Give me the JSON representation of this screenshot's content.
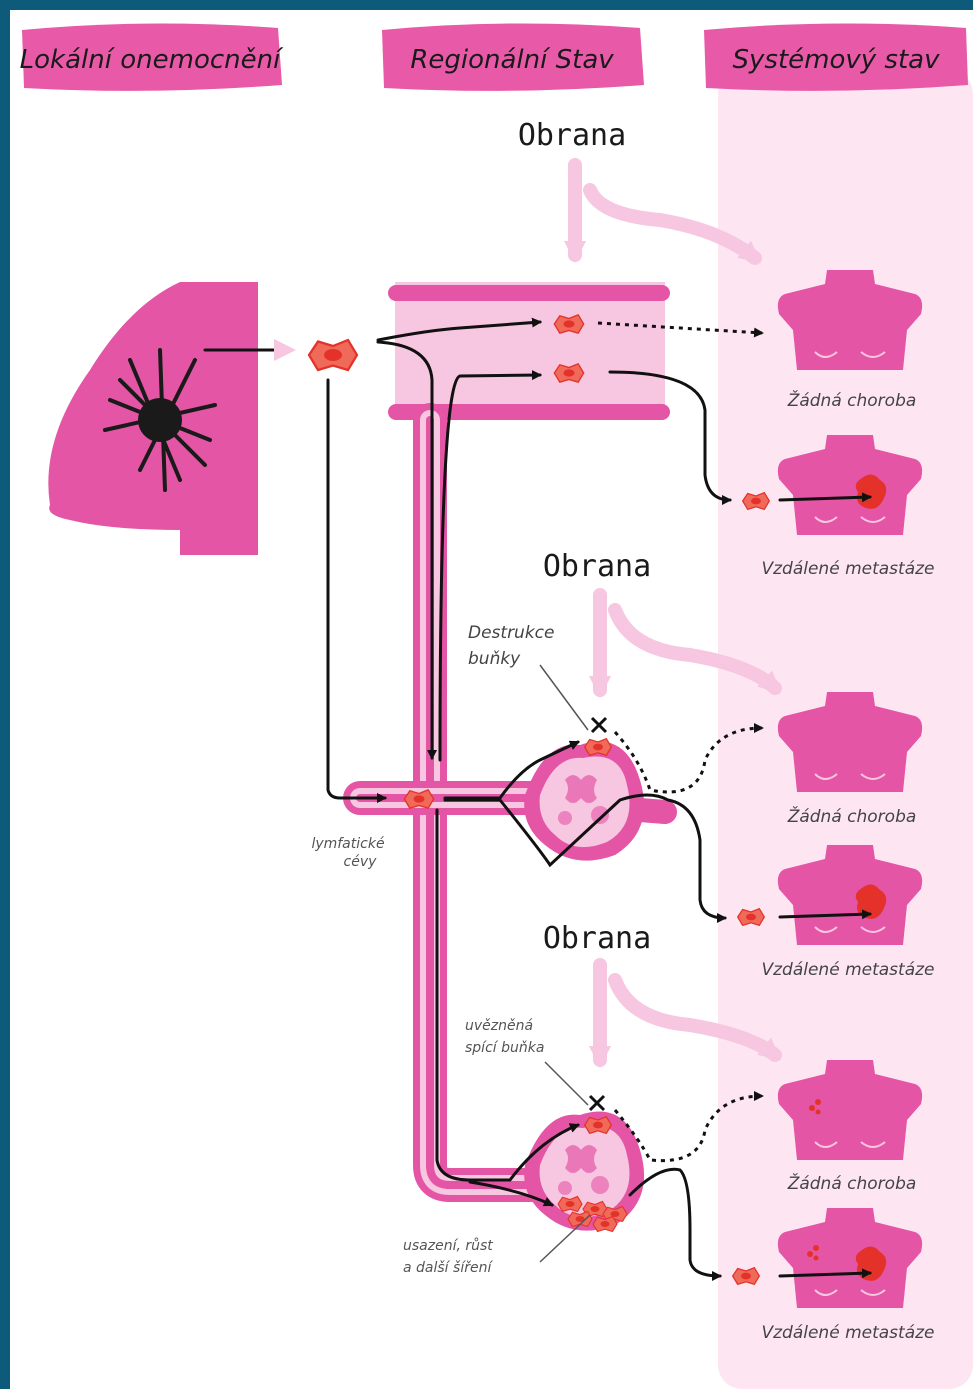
{
  "headers": {
    "local": "Lokální onemocnění",
    "regional": "Regionální Stav",
    "systemic": "Systémový stav"
  },
  "defense_labels": [
    "Obrana",
    "Obrana",
    "Obrana"
  ],
  "outcomes": {
    "no_disease": "Žádná choroba",
    "metastases": "Vzdálené metastáze"
  },
  "annotations": {
    "lymph_vessels_line1": "lymfatické",
    "lymph_vessels_line2": "cévy",
    "cell_destruction_line1": "Destrukce",
    "cell_destruction_line2": "buňky",
    "dormant_cell_line1": "uvězněná",
    "dormant_cell_line2": "spící buňka",
    "settling_line1": "usazení, růst",
    "settling_line2": "a další šíření"
  },
  "colors": {
    "frame_border": "#0e5a7a",
    "header_pink": "#e85aa8",
    "body_pink": "#e455a6",
    "light_pink": "#f7c6e0",
    "pale_column": "#fde6f2",
    "tumor_red": "#e4322a",
    "cell_orange": "#f06a5a",
    "arrow_black": "#111111"
  }
}
